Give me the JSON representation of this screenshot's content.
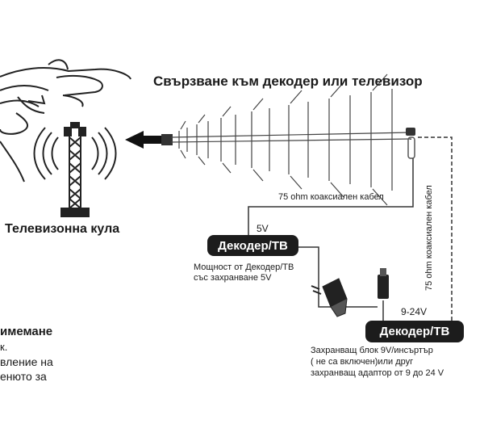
{
  "title": "Свързване към декодер или телевизор",
  "tower_label": "Телевизонна кула",
  "cable_horizontal": "75 ohm коаксиален кабел",
  "cable_vertical": "75 ohm коаксиален кабел",
  "voltage_5v": "5V",
  "voltage_9_24v": "9-24V",
  "decoder_box_1": "Декодер/ТВ",
  "decoder_box_2": "Декодер/ТВ",
  "power_from_decoder": [
    "Мощност от Декодер/ТВ",
    "със захранване 5V"
  ],
  "power_supply_note": [
    "Захранващ блок 9V/инсъртър",
    "( не са включен)или друг",
    "захранващ адаптор от 9 до 24 V"
  ],
  "cut_text": [
    "имемане",
    "к.",
    "вление на",
    "енюто за"
  ],
  "colors": {
    "box_bg": "#1c1c1c",
    "line": "#333333"
  }
}
